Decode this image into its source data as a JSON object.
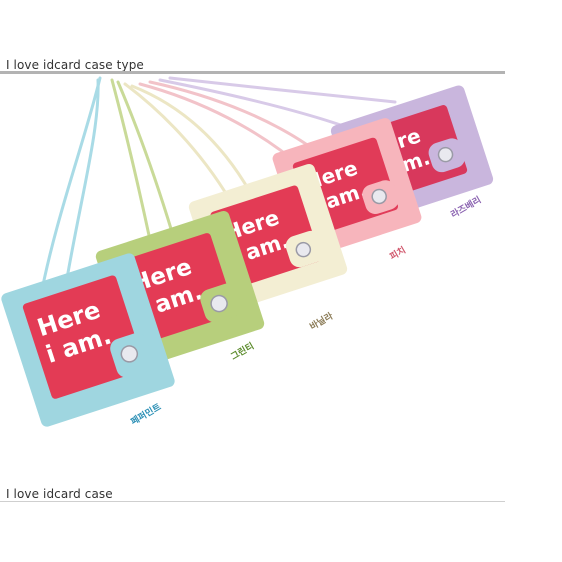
{
  "header": {
    "title": "I love idcard case type"
  },
  "footer": {
    "title": "I love idcard case"
  },
  "card_text": {
    "line1": "Here",
    "line2": "i am."
  },
  "products": [
    {
      "label": "페퍼민트",
      "case_color": "#9fd6e0",
      "label_color": "#2a8fb5"
    },
    {
      "label": "그린티",
      "case_color": "#b7cf7c",
      "label_color": "#5a8a2a"
    },
    {
      "label": "바닐라",
      "case_color": "#f3eed3",
      "label_color": "#8a7a55"
    },
    {
      "label": "피치",
      "case_color": "#f7b5bc",
      "label_color": "#d0556a"
    },
    {
      "label": "라즈베리",
      "case_color": "#c9b6dd",
      "label_color": "#8a62b0"
    }
  ]
}
